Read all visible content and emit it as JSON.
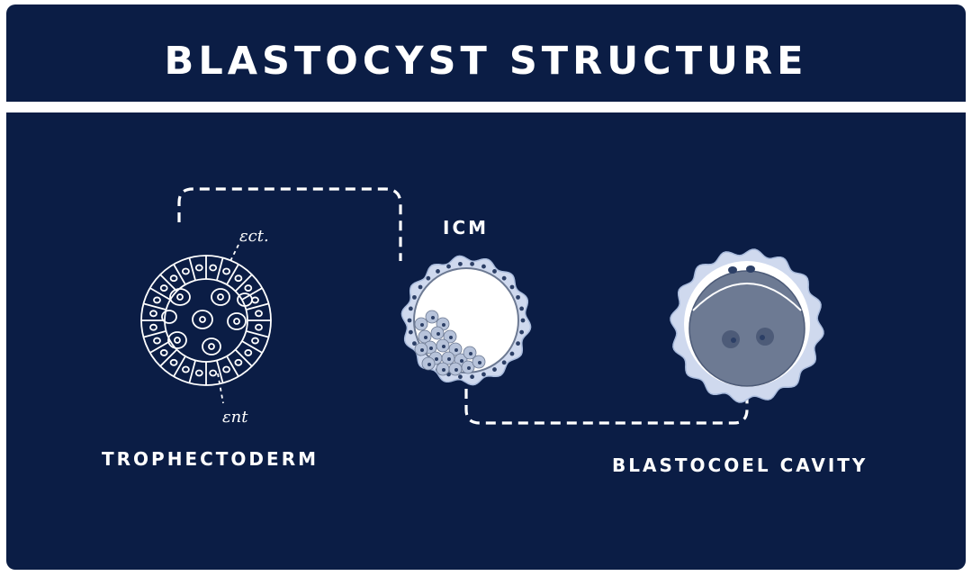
{
  "title": "BLASTOCYST STRUCTURE",
  "labels": {
    "trophectoderm": "TROPHECTODERM",
    "icm": "ICM",
    "blastocoel_cavity": "BLASTOCOEL CAVITY"
  },
  "annotations": {
    "ect": "εct.",
    "ent": "εnt"
  },
  "colors": {
    "background": "#0b1d45",
    "text": "#ffffff",
    "cell_fill": "#cfd9ee",
    "cavity_fill": "#6d7a93",
    "nucleus": "#2c3f66"
  }
}
